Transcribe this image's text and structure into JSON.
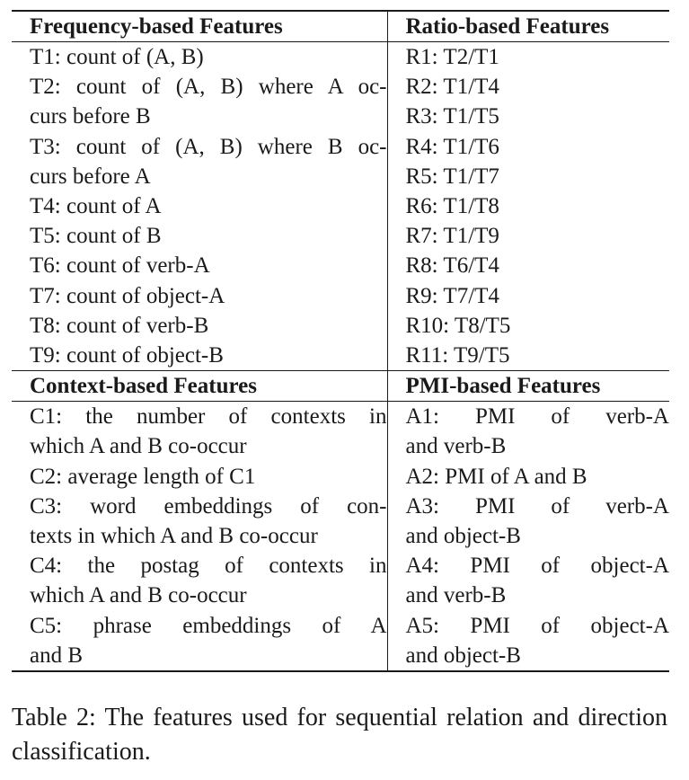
{
  "table": {
    "sections": [
      {
        "left_header": "Frequency-based Features",
        "right_header": "Ratio-based Features",
        "left_items": [
          [
            "T1: count of (A, B)"
          ],
          [
            "T2: count of (A, B) where A oc-",
            "curs before B"
          ],
          [
            "T3: count of (A, B) where B oc-",
            "curs before A"
          ],
          [
            "T4: count of A"
          ],
          [
            "T5: count of B"
          ],
          [
            "T6: count of verb-A"
          ],
          [
            "T7: count of object-A"
          ],
          [
            "T8: count of verb-B"
          ],
          [
            "T9: count of object-B"
          ]
        ],
        "right_items": [
          "R1: T2/T1",
          "R2: T1/T4",
          "R3: T1/T5",
          "R4: T1/T6",
          "R5: T1/T7",
          "R6: T1/T8",
          "R7: T1/T9",
          "R8: T6/T4",
          "R9: T7/T4",
          "R10: T8/T5",
          "R11: T9/T5"
        ]
      },
      {
        "left_header": "Context-based Features",
        "right_header": "PMI-based Features",
        "left_items": [
          [
            "C1: the number of contexts in",
            "which A and B co-occur"
          ],
          [
            "C2: average length of C1"
          ],
          [
            "C3: word embeddings of con-",
            "texts in which A and B co-occur"
          ],
          [
            "C4: the postag of contexts in",
            "which A and B co-occur"
          ],
          [
            "C5: phrase embeddings of A",
            "and B"
          ]
        ],
        "right_items": [
          [
            "A1: PMI of verb-A",
            "and verb-B"
          ],
          [
            "A2: PMI of A and B"
          ],
          [
            "A3: PMI of verb-A",
            "and object-B"
          ],
          [
            "A4: PMI of object-A",
            "and verb-B"
          ],
          [
            "A5: PMI of object-A",
            "and object-B"
          ]
        ]
      }
    ]
  },
  "caption": "Table 2: The features used for sequential relation and direction classification."
}
